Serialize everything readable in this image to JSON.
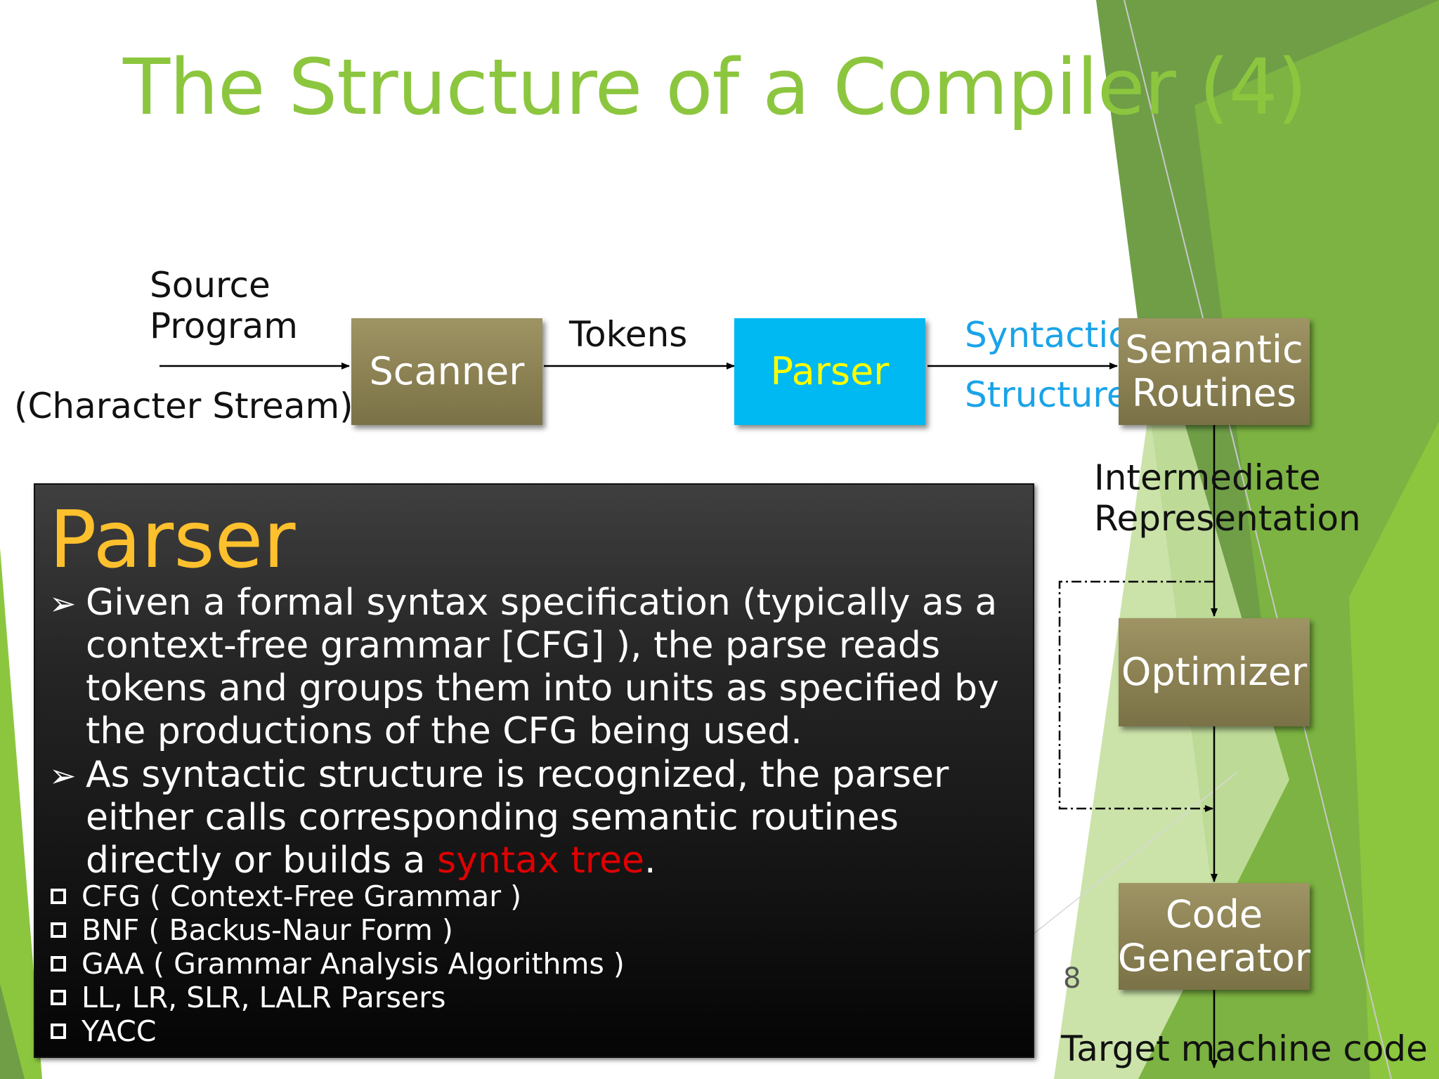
{
  "slide": {
    "title": "The Structure of a Compiler (4)",
    "page_number": "8"
  },
  "diagram": {
    "source_line1": "Source",
    "source_line2": "Program",
    "char_stream": "(Character Stream)",
    "tokens": "Tokens",
    "syntactic": "Syntactic",
    "structure": "Structure",
    "intermediate_line1": "Intermediate",
    "intermediate_line2": "Representation",
    "target": "Target machine code",
    "boxes": {
      "scanner": "Scanner",
      "parser": "Parser",
      "semantic_line1": "Semantic",
      "semantic_line2": "Routines",
      "optimizer": "Optimizer",
      "codegen_line1": "Code",
      "codegen_line2": "Generator"
    }
  },
  "panel": {
    "title": "Parser",
    "bullet1": "Given a formal syntax specification (typically as a context-free grammar [CFG] ), the parse reads tokens and groups them into units as specified by the productions of the CFG being used.",
    "bullet2_main": "As syntactic structure is recognized, the parser either calls corresponding semantic routines directly or builds a ",
    "bullet2_red": "syntax tree",
    "bullet2_end": ".",
    "items": [
      "CFG ( Context-Free Grammar )",
      "BNF ( Backus-Naur Form )",
      "GAA ( Grammar Analysis Algorithms )",
      "LL, LR, SLR, LALR Parsers",
      "YACC"
    ]
  },
  "colors": {
    "title_green": "#8cc63f",
    "box_olive": "#8a8052",
    "box_blue": "#00b8f2",
    "accent_blue_text": "#1aa3e8",
    "panel_title_gold": "#ffc02d",
    "highlight_red": "#e00000"
  }
}
